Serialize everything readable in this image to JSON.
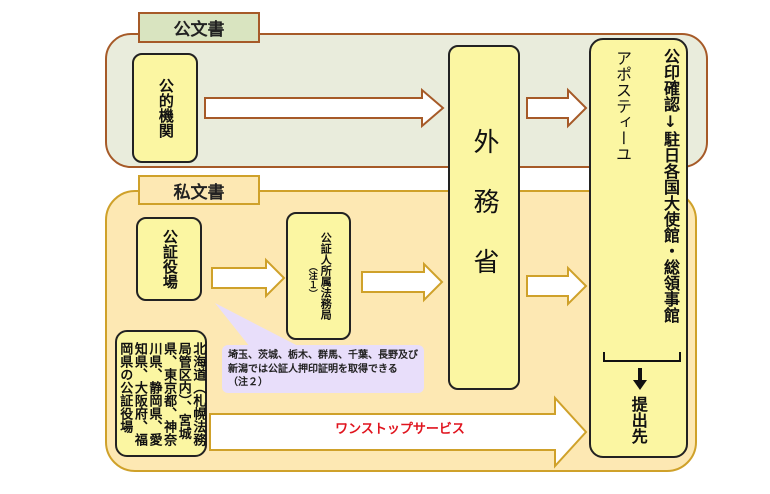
{
  "sections": {
    "public": {
      "label": "公文書"
    },
    "private": {
      "label": "私文書"
    }
  },
  "nodes": {
    "public_agency": "公的機関",
    "notary_office": "公証役場",
    "legal_affairs_bureau": "公証人所属法務局",
    "legal_affairs_bureau_note": "（注１）",
    "mofa": "外務省",
    "onestop_offices": [
      "北海道（札幌法務",
      "局管区内）、宮城",
      "県、東京都、神奈",
      "川県、静岡県、愛",
      "知県、大阪府、福",
      "岡県の公証役場"
    ],
    "destination": {
      "apostille": "アポスティーユ",
      "seal_confirmation": "公印確認",
      "embassies": "駐日各国大使館・総領事館",
      "submit_to": "提出先"
    }
  },
  "callout": {
    "line1": "埼玉、茨城、栃木、群馬、千葉、長野及び",
    "line2": "新潟では公証人押印証明を取得できる",
    "line3": "（注２）"
  },
  "onestop_arrow": {
    "label": "ワンストップサービス"
  },
  "colors": {
    "public_border": "#a65a28",
    "public_fill": "#e9ecdc",
    "private_border": "#cfa12a",
    "private_fill": "#fde8b3",
    "node_fill": "#fbf6a2",
    "callout_fill": "#e8defa",
    "onestop_text": "#e0141e"
  }
}
